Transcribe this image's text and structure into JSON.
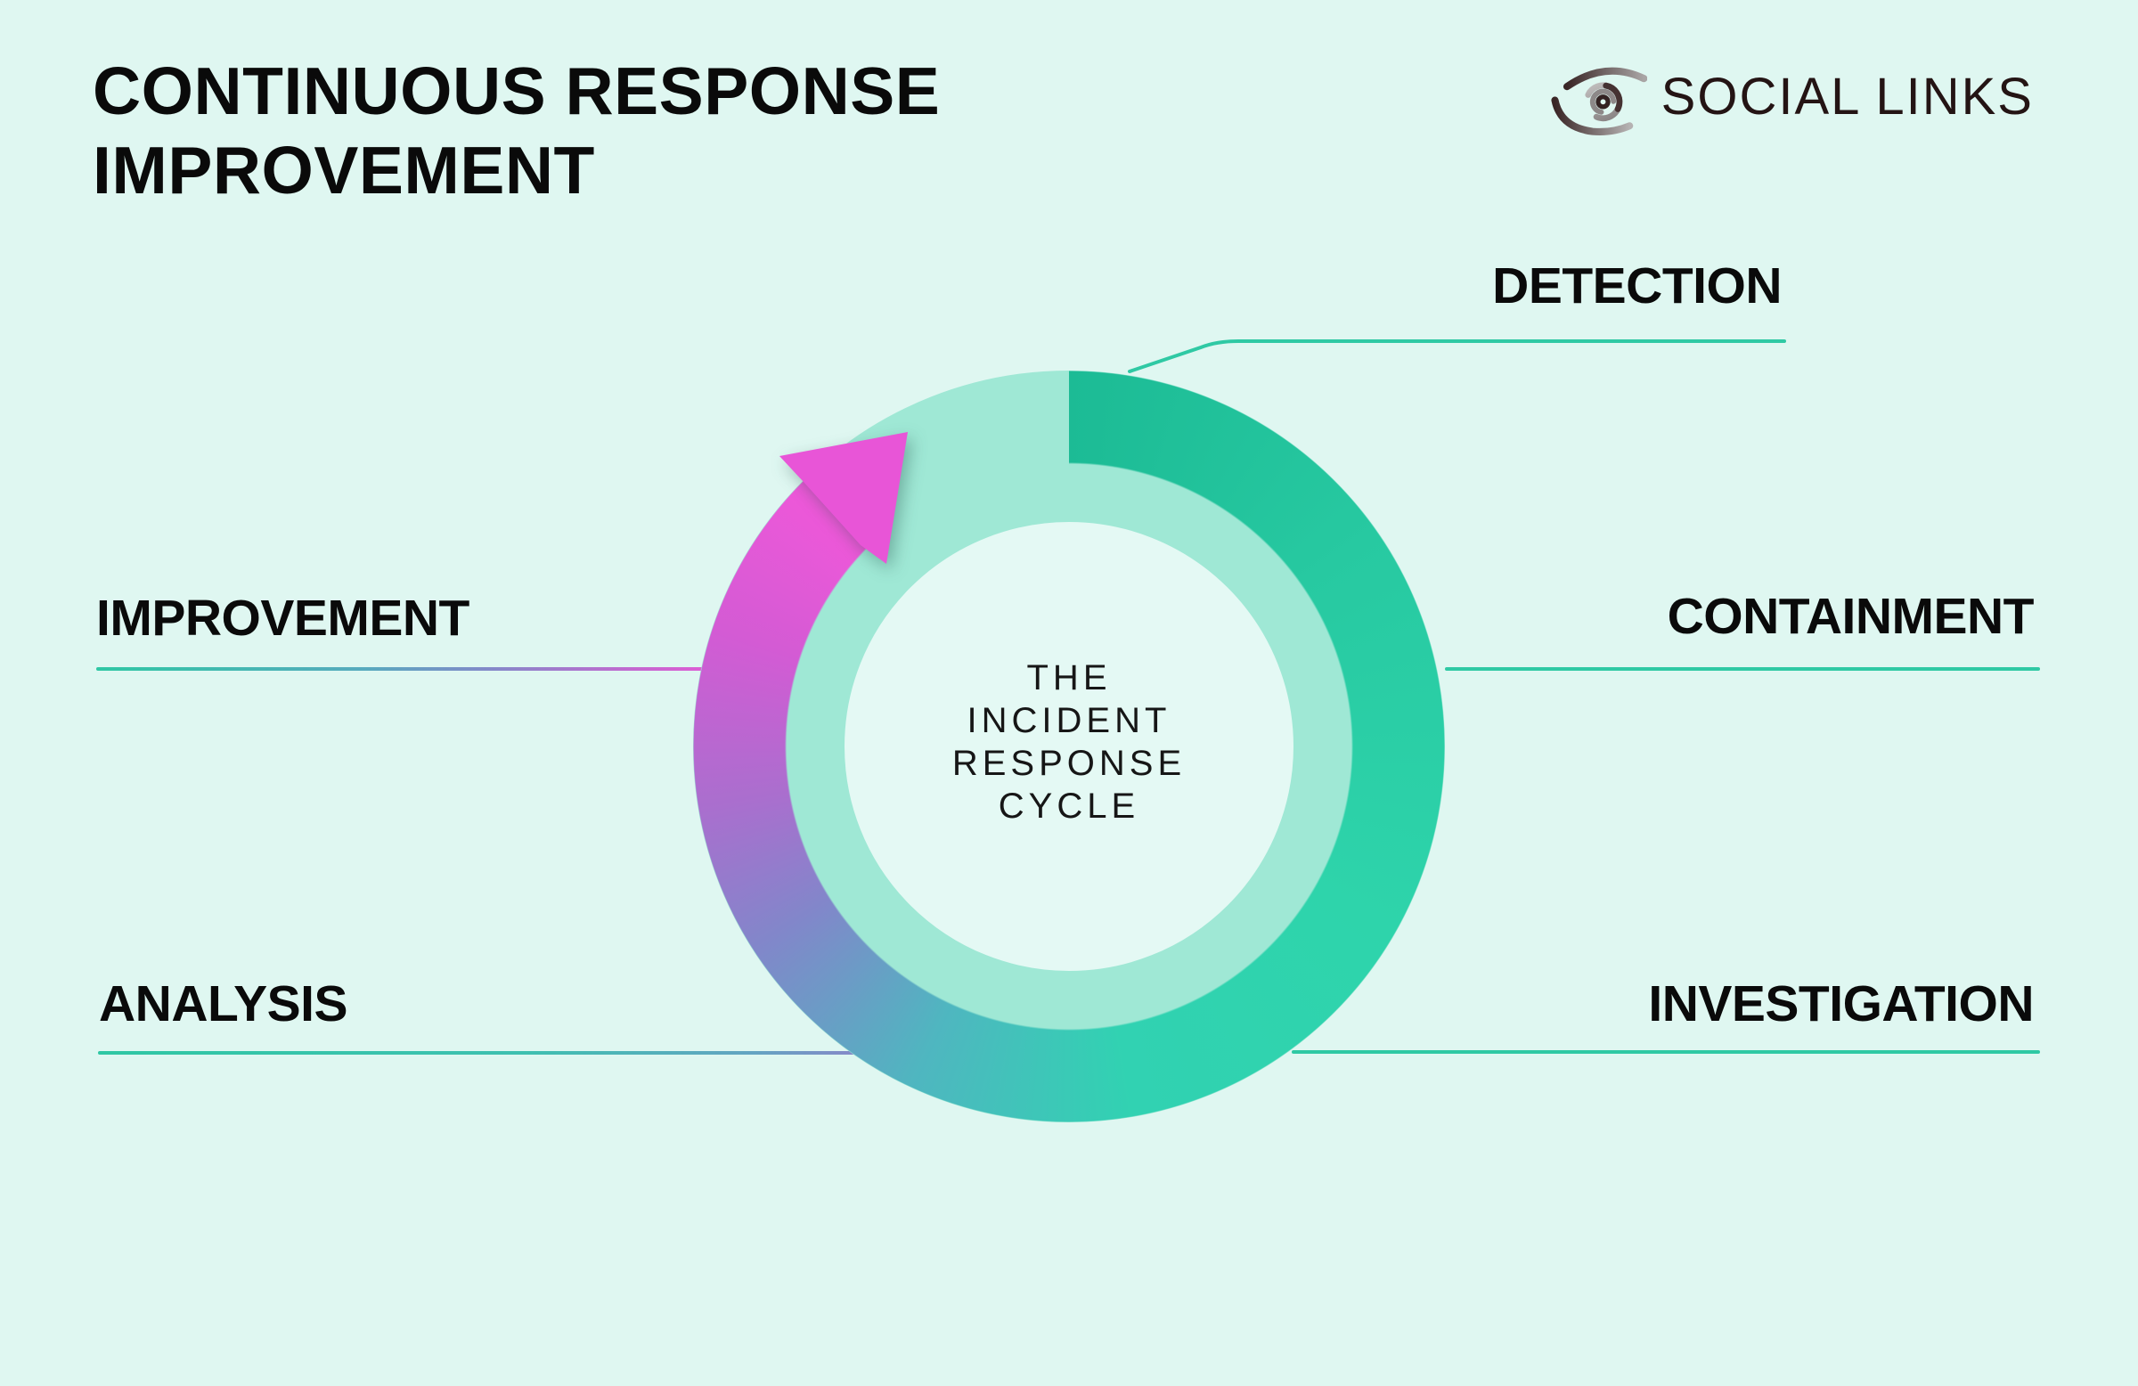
{
  "title": {
    "line1": "CONTINUOUS RESPONSE",
    "line2": "IMPROVEMENT"
  },
  "logo": {
    "name": "SOCIAL LINKS",
    "icon": "eye-spiral-icon"
  },
  "center": {
    "line1": "THE",
    "line2": "INCIDENT",
    "line3": "RESPONSE",
    "line4": "CYCLE"
  },
  "stages": {
    "detection": "DETECTION",
    "containment": "CONTAINMENT",
    "investigation": "INVESTIGATION",
    "analysis": "ANALYSIS",
    "improvement": "IMPROVEMENT"
  },
  "colors": {
    "background": "#dff7f1",
    "center_circle": "#e4f9f4",
    "ring_light": "#9fe8d5",
    "ring_green_start": "#1cbb95",
    "ring_green": "#2ed4ab",
    "ring_blue": "#8187ca",
    "ring_purple": "#a96fce",
    "ring_magenta": "#ee58d9",
    "arrow": "#e855d7",
    "line_teal": "#2fc9a4",
    "text_dark": "#0a0a0a",
    "logo_dark": "#241414"
  }
}
